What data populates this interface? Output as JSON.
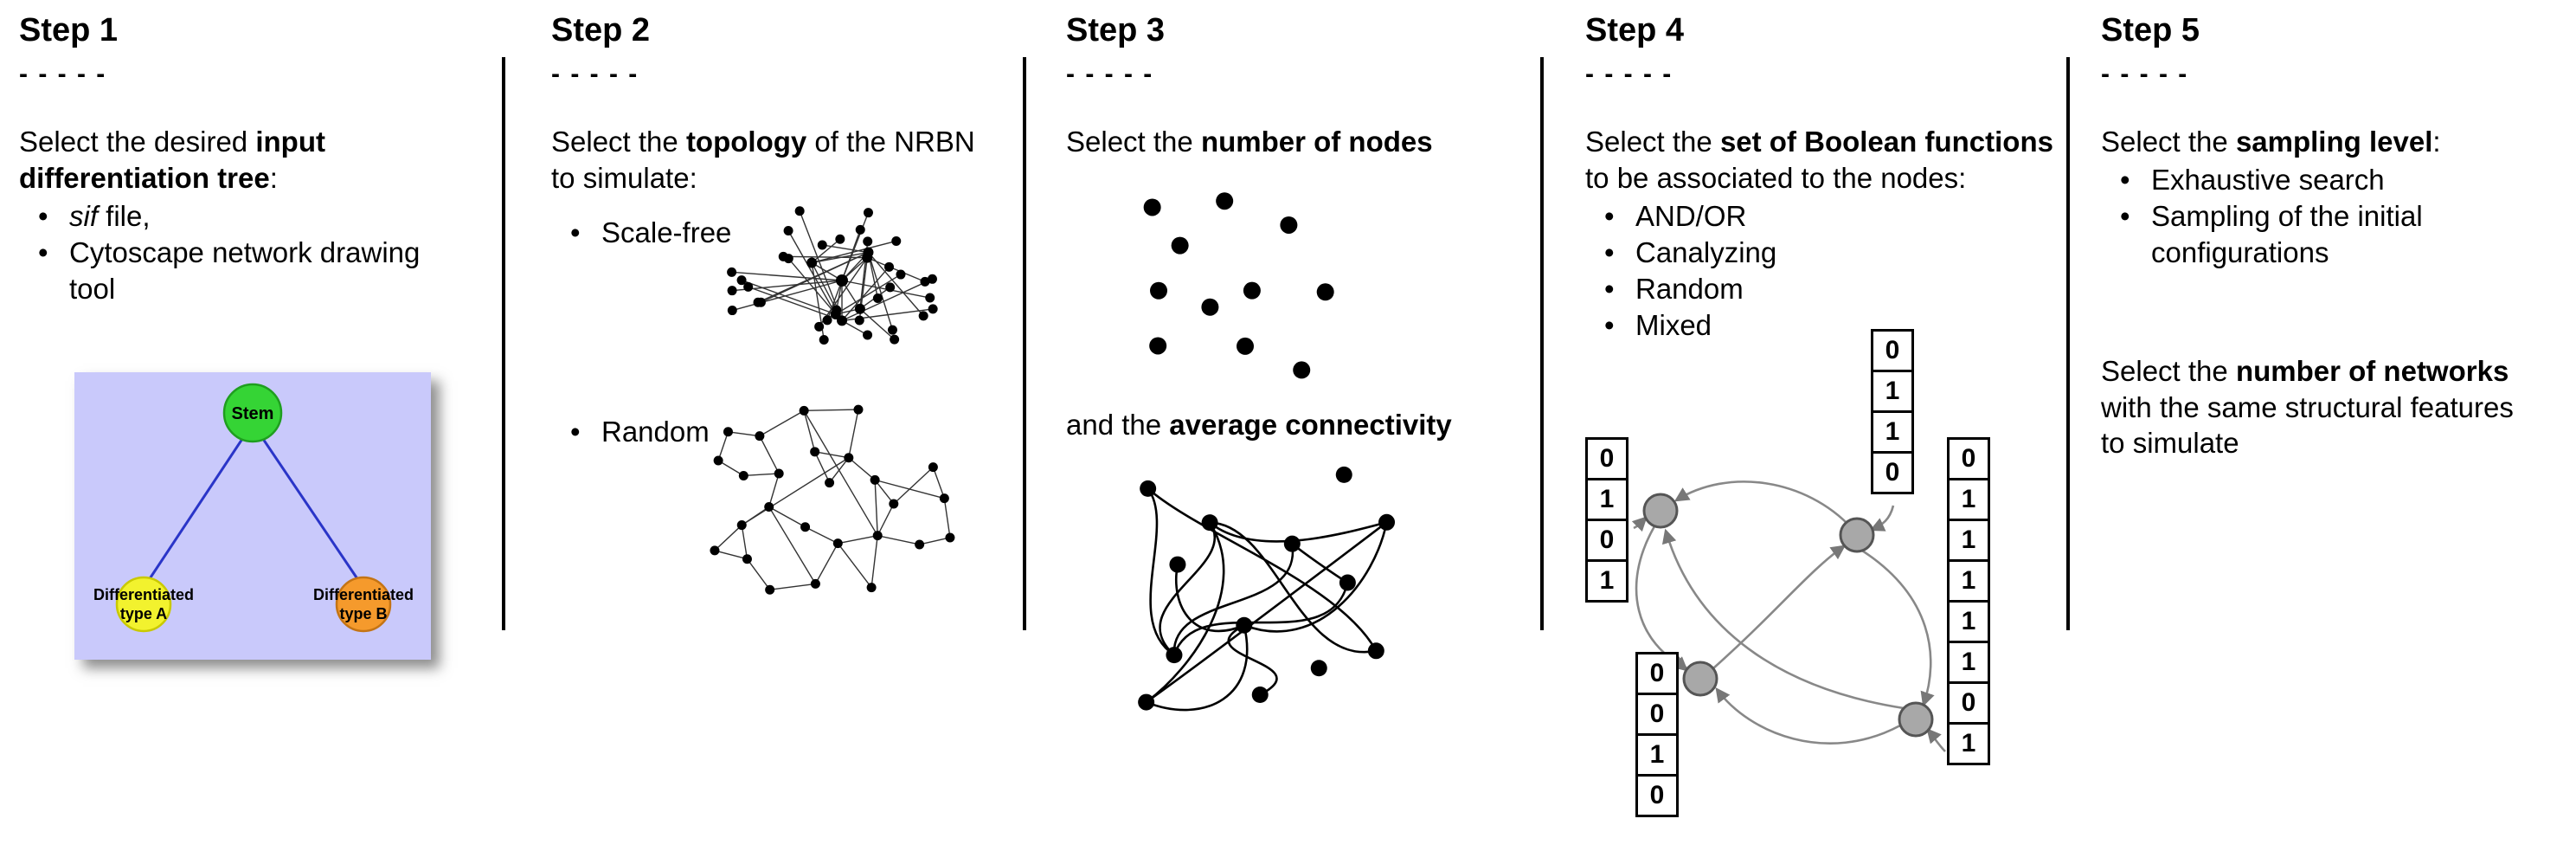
{
  "steps": {
    "step1": {
      "title": "Step 1",
      "dashes": "- - - - -",
      "intro": {
        "pre": "Select the desired ",
        "bold": "input differentiation tree",
        "post": ":"
      },
      "bullet_sif": {
        "italic": "sif",
        "rest": " file,"
      },
      "bullet_cytoscape": "Cytoscape network drawing tool",
      "tree": {
        "stem_label": "Stem",
        "left_label_line1": "Differentiated",
        "left_label_line2": "type A",
        "right_label_line1": "Differentiated",
        "right_label_line2": "type B",
        "colors": {
          "box": "#c9c9fb",
          "stem": "#35d435",
          "type_a": "#f2f22e",
          "type_b": "#f59a2c",
          "line": "#2a35c8"
        }
      }
    },
    "step2": {
      "title": "Step 2",
      "dashes": "- - - - -",
      "intro": {
        "pre": "Select the ",
        "bold": "topology",
        "post": " of the NRBN to simulate:"
      },
      "bullet_scale_free": "Scale-free",
      "bullet_random": "Random"
    },
    "step3": {
      "title": "Step 3",
      "dashes": "- - - - -",
      "line1": {
        "pre": "Select the ",
        "bold": "number of nodes",
        "post": ""
      },
      "line2": {
        "pre": "and the ",
        "bold": "average connectivity",
        "post": ""
      }
    },
    "step4": {
      "title": "Step 4",
      "dashes": "- - - - -",
      "intro": {
        "pre": "Select the ",
        "bold": "set of Boolean functions",
        "post": " to be associated to the nodes:"
      },
      "bullets": [
        "AND/OR",
        "Canalyzing",
        "Random",
        "Mixed"
      ],
      "truth_tables": {
        "left": [
          "0",
          "1",
          "0",
          "1"
        ],
        "top": [
          "0",
          "1",
          "1",
          "0"
        ],
        "bottom_left": [
          "0",
          "0",
          "1",
          "0"
        ],
        "right": [
          "0",
          "1",
          "1",
          "1",
          "1",
          "1",
          "0",
          "1"
        ]
      }
    },
    "step5": {
      "title": "Step 5",
      "dashes": "- - - - -",
      "intro": {
        "pre": "Select the ",
        "bold": "sampling level",
        "post": ":"
      },
      "bullets": [
        "Exhaustive search",
        "Sampling of the initial configurations"
      ],
      "para2": {
        "pre": "Select the ",
        "bold": "number of networks",
        "post": " with the same structural features to simulate"
      }
    }
  }
}
